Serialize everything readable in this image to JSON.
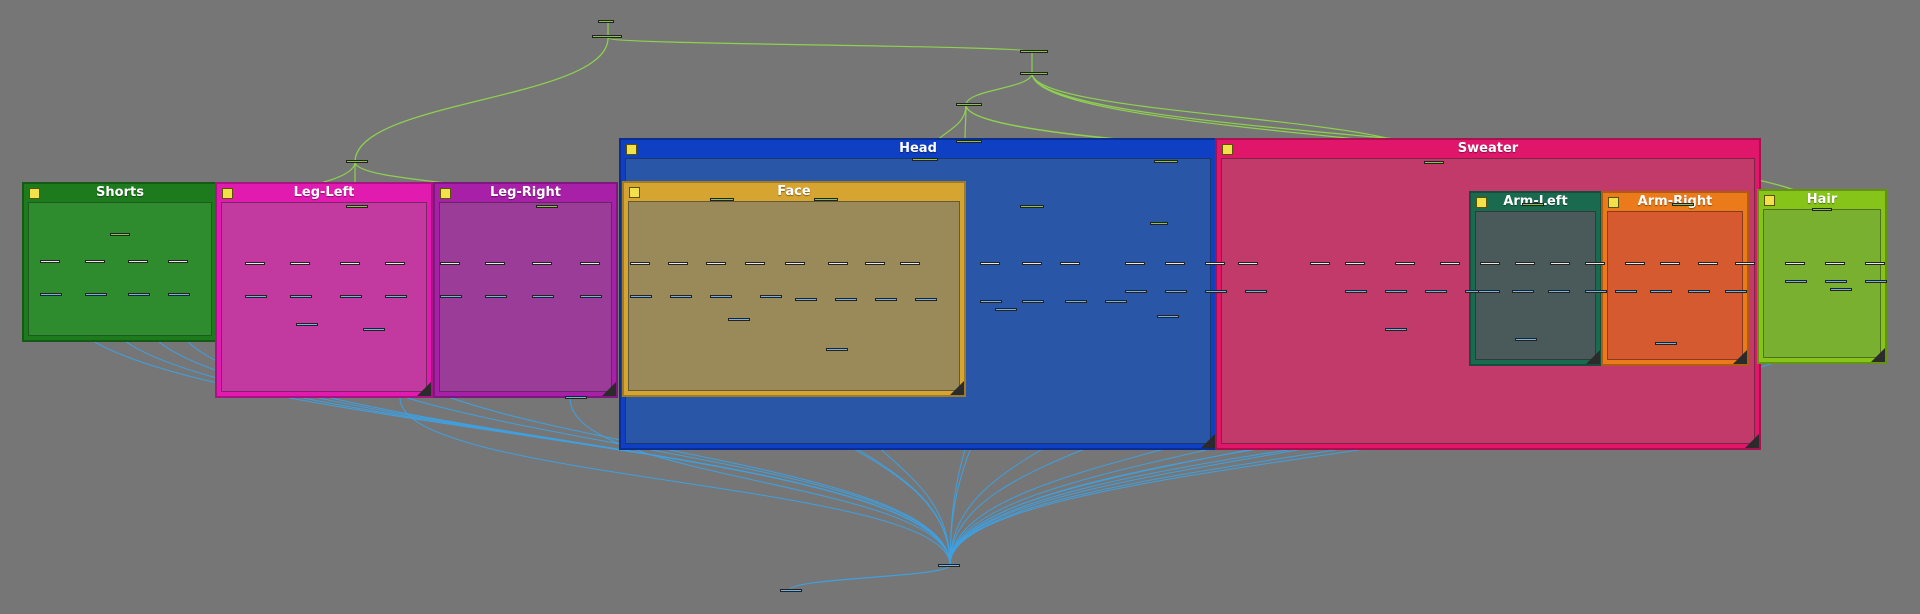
{
  "window": {
    "title": ""
  },
  "colors": {
    "background": "#767676",
    "wire_green": "#8fd14f",
    "wire_blue": "#3fa0e0",
    "group_icon": "#f2e14a"
  },
  "groups": [
    {
      "id": "shorts",
      "label": "Shorts",
      "color": "#2e8b2e",
      "header_color": "#1d7a1d"
    },
    {
      "id": "leg-left",
      "label": "Leg-Left",
      "color": "#c23aa0",
      "header_color": "#e21bb0"
    },
    {
      "id": "leg-right",
      "label": "Leg-Right",
      "color": "#9a3c98",
      "header_color": "#a820a8"
    },
    {
      "id": "head",
      "label": "Head",
      "color": "#2a56a8",
      "header_color": "#0f3fc2"
    },
    {
      "id": "face",
      "label": "Face",
      "color": "#9a8a5a",
      "header_color": "#d6a431"
    },
    {
      "id": "sweater",
      "label": "Sweater",
      "color": "#c23a6a",
      "header_color": "#e0166a"
    },
    {
      "id": "arm-left",
      "label": "Arm-Left",
      "color": "#4a5a5a",
      "header_color": "#1a6a50"
    },
    {
      "id": "arm-right",
      "label": "Arm-Right",
      "color": "#d65a30",
      "header_color": "#ea7a1a"
    },
    {
      "id": "hair",
      "label": "Hair",
      "color": "#7ab030",
      "header_color": "#86c41a"
    }
  ]
}
